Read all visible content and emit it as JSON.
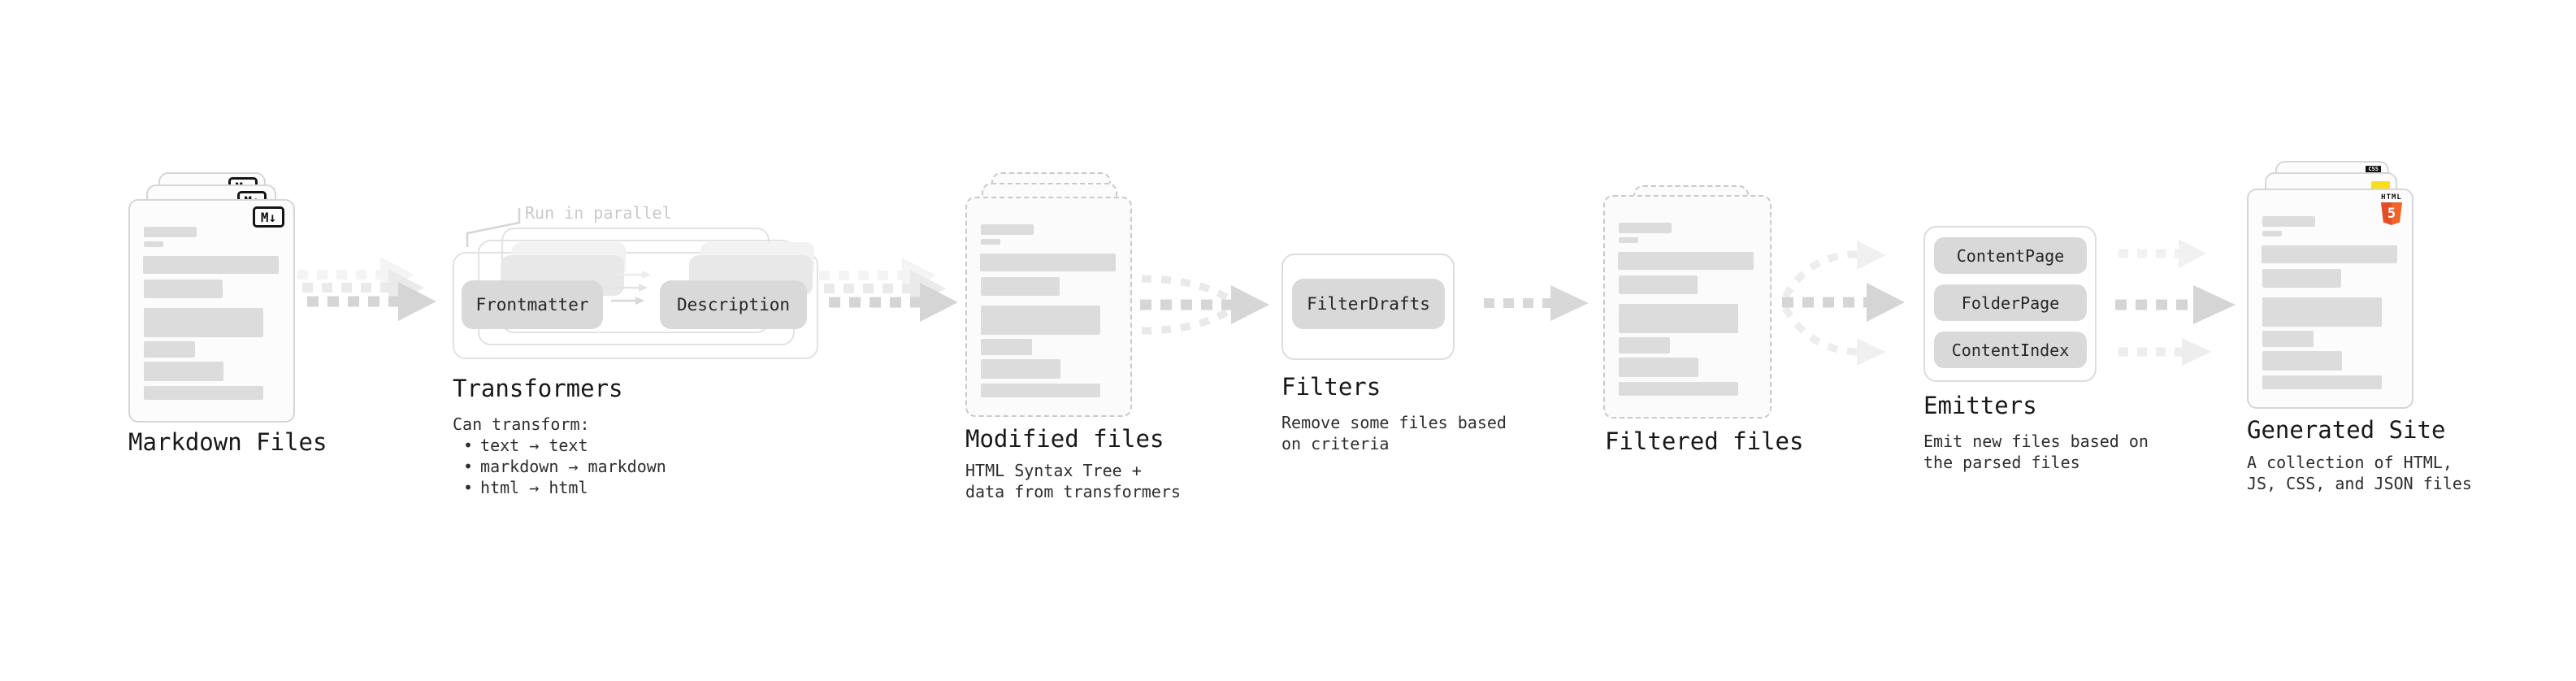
{
  "nodes": {
    "markdown_files": {
      "label": "Markdown Files",
      "file_badge": "M↓"
    },
    "transformers": {
      "label": "Transformers",
      "parallel_note": "Run in parallel",
      "chips": [
        "Frontmatter",
        "Description"
      ],
      "caption_heading": "Can transform:",
      "bullet": "•",
      "bullets": [
        "text → text",
        "markdown → markdown",
        "html → html"
      ]
    },
    "modified_files": {
      "label": "Modified files",
      "caption": [
        "HTML Syntax Tree +",
        "data from transformers"
      ]
    },
    "filters": {
      "label": "Filters",
      "chip": "FilterDrafts",
      "caption": [
        "Remove some files based",
        "on criteria"
      ]
    },
    "filtered_files": {
      "label": "Filtered files"
    },
    "emitters": {
      "label": "Emitters",
      "chips": [
        "ContentPage",
        "FolderPage",
        "ContentIndex"
      ],
      "caption": [
        "Emit new files based on",
        "the parsed files"
      ]
    },
    "generated_site": {
      "label": "Generated Site",
      "caption": [
        "A collection of HTML,",
        "JS, CSS, and JSON files"
      ],
      "html5_badge": {
        "text": "HTML",
        "number": "5"
      },
      "css_badge": "CSS"
    }
  },
  "colors": {
    "html5_orange": "#e44d26",
    "html5_orange_light": "#f16529",
    "js_yellow": "#f7df1e",
    "css_blue": "#2862e9",
    "chip_gray": "#d9d9d9",
    "arrow_gray": "#d5d5d5",
    "card_border": "#d6d6d6"
  }
}
